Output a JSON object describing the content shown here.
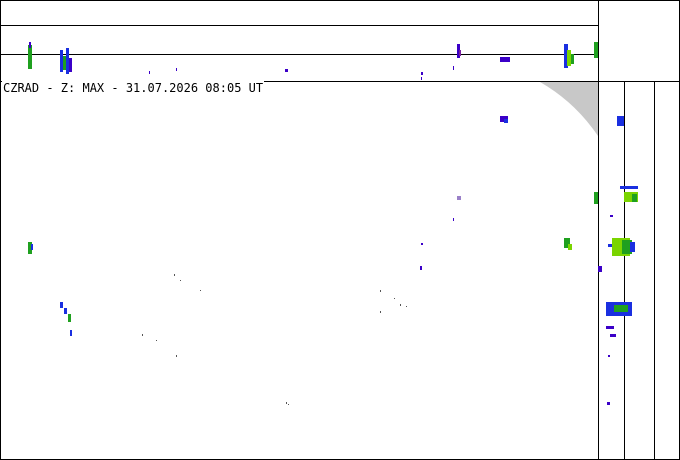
{
  "title": "CZRAD - Z: MAX - 31.07.2026 08:05 UT",
  "product": {
    "source": "CZRAD",
    "quantity": "Z",
    "projection": "MAX"
  },
  "timestamp": "31.07.2026 08:05 UT",
  "colors": {
    "frame": "#000000",
    "background": "#ffffff",
    "uncovered_area": "#c8c8c8",
    "echo_weak": "#3b00c8",
    "echo_blue": "#1a2fe0",
    "echo_green": "#1fa01f",
    "echo_lightgreen": "#7ad400"
  }
}
